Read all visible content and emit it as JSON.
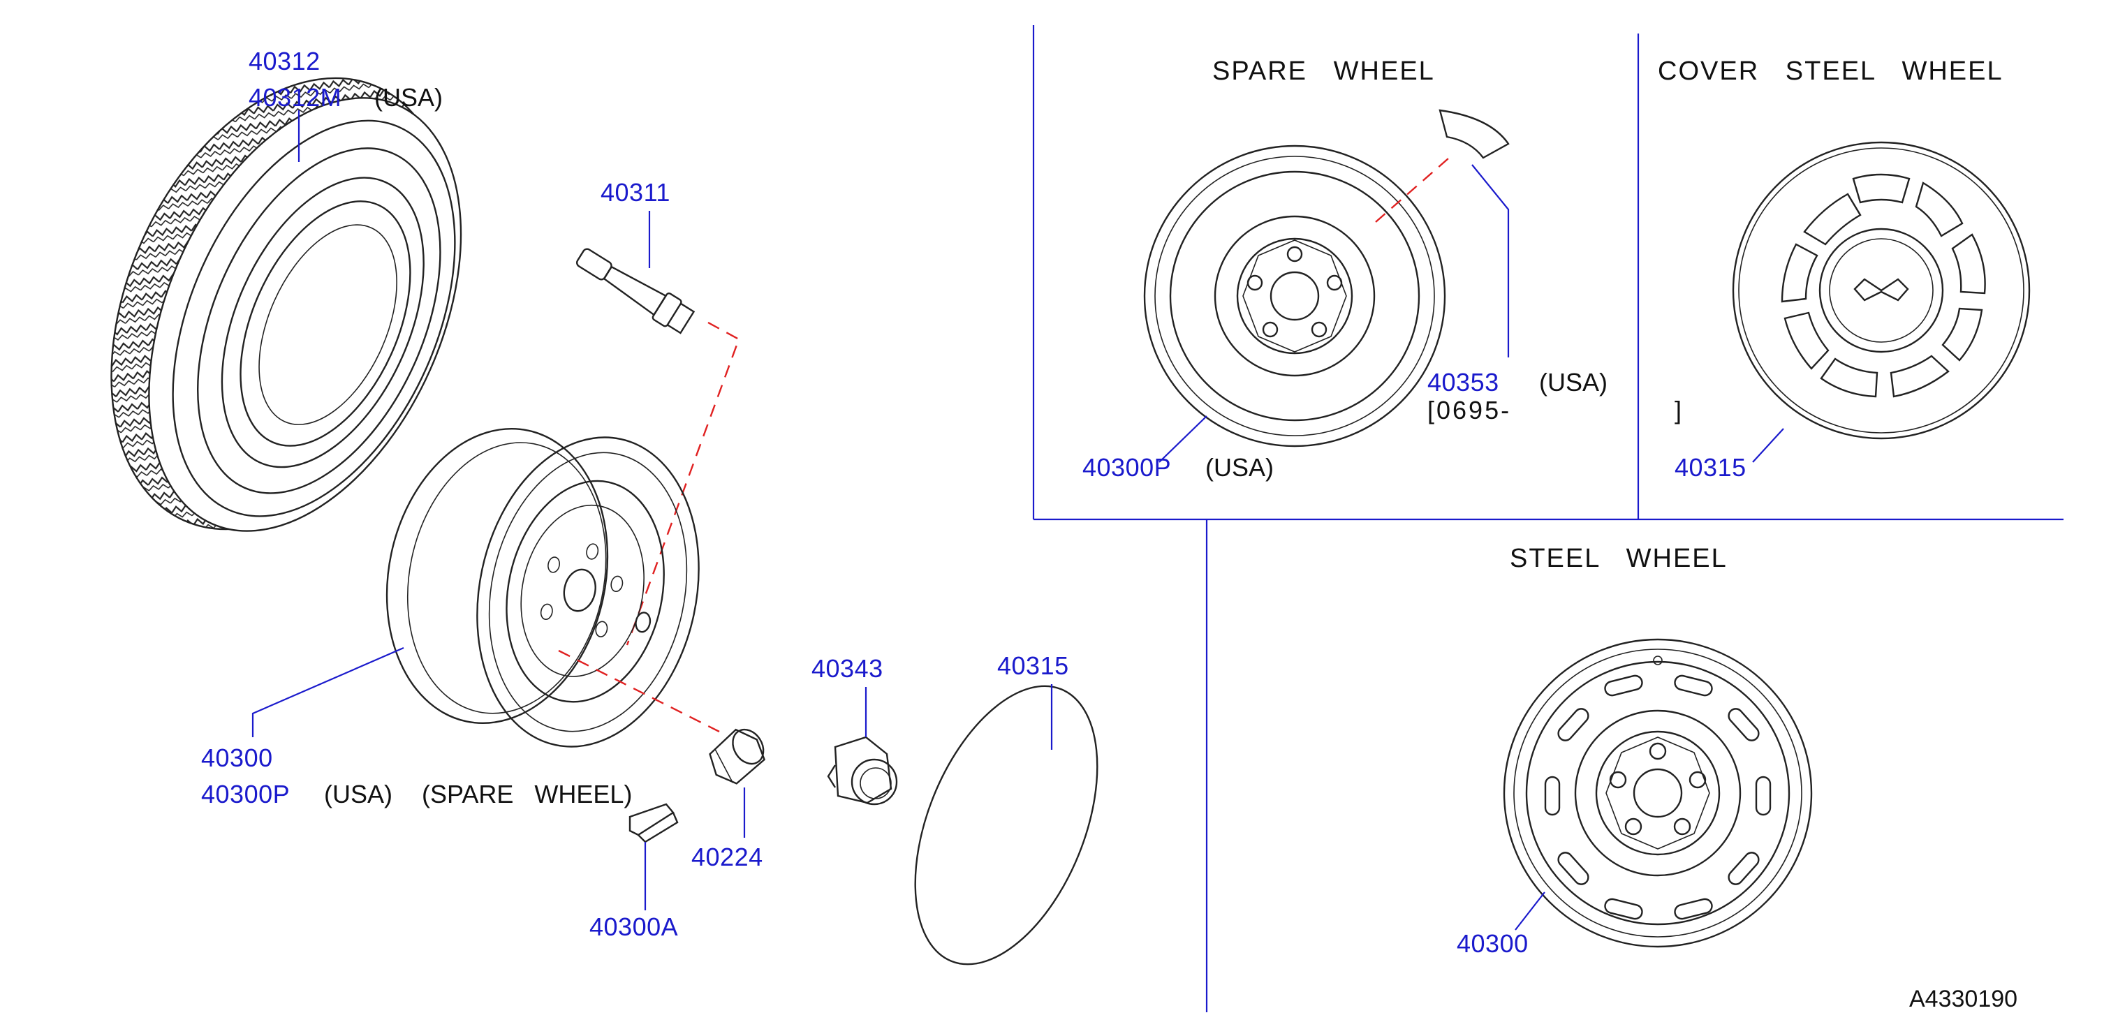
{
  "panels": {
    "spare_wheel_title": "SPARE   WHEEL",
    "cover_steel_wheel_title": "COVER   STEEL   WHEEL",
    "steel_wheel_title": "STEEL   WHEEL"
  },
  "labels": {
    "tire_part_1": "40312",
    "tire_part_2": "40312M",
    "tire_note": "(USA)",
    "valve_part": "40311",
    "wheel_part_1": "40300",
    "wheel_part_2": "40300P",
    "wheel_note_1": "(USA)",
    "wheel_note_2": "(SPARE   WHEEL)",
    "nut_part": "40224",
    "weight_part": "40300A",
    "cap_part": "40343",
    "cover_part_main": "40315",
    "spare_wheel_part": "40300P",
    "spare_wheel_note": "(USA)",
    "spare_label_part": "40353",
    "spare_label_note": "(USA)",
    "spare_label_date": "[0695-",
    "cover_part_panel": "40315",
    "cover_bracket": "]",
    "steel_wheel_part": "40300"
  },
  "diagram_ref": "A4330190",
  "colors": {
    "part_number": "#1a1acc",
    "leader_line": "#1a1acc",
    "assembly_dash": "#e02020",
    "outline": "#222222"
  }
}
